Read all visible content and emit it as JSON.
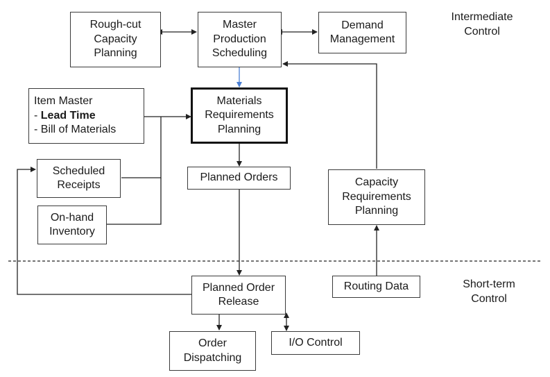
{
  "zones": {
    "intermediate": [
      "Intermediate",
      "Control"
    ],
    "short_term": [
      "Short-term",
      "Control"
    ]
  },
  "nodes": {
    "rccp": [
      "Rough-cut",
      "Capacity",
      "Planning"
    ],
    "mps": [
      "Master",
      "Production",
      "Scheduling"
    ],
    "demand": [
      "Demand",
      "Management"
    ],
    "item_master": {
      "title": "Item Master",
      "prefix": "- ",
      "lead_time": "Lead Time",
      "bom": "- Bill of Materials"
    },
    "mrp": [
      "Materials",
      "Requirements",
      "Planning"
    ],
    "scheduled_receipts": [
      "Scheduled",
      "Receipts"
    ],
    "planned_orders": "Planned Orders",
    "crp": [
      "Capacity",
      "Requirements",
      "Planning"
    ],
    "on_hand": [
      "On-hand",
      "Inventory"
    ],
    "por": [
      "Planned Order",
      "Release"
    ],
    "routing": "Routing Data",
    "dispatch": [
      "Order",
      "Dispatching"
    ],
    "io": "I/O Control"
  },
  "colors": {
    "mps_to_mrp_arrow": "#4a7fd4",
    "lines": "#222222"
  }
}
